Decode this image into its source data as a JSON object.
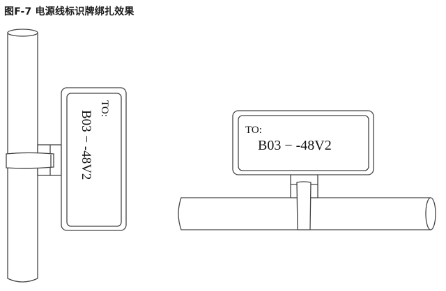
{
  "caption": "图F-7  电源线标识牌绑扎效果",
  "figure": {
    "left_vertical": {
      "orientation": "vertical cable",
      "label_line1": "TO:",
      "label_line2": "B03 − -48V2"
    },
    "right_horizontal": {
      "orientation": "horizontal cable",
      "label_line1": "TO:",
      "label_line2": "B03 − -48V2"
    }
  },
  "colors": {
    "line": "#444444",
    "background": "#ffffff",
    "text": "#111111"
  }
}
